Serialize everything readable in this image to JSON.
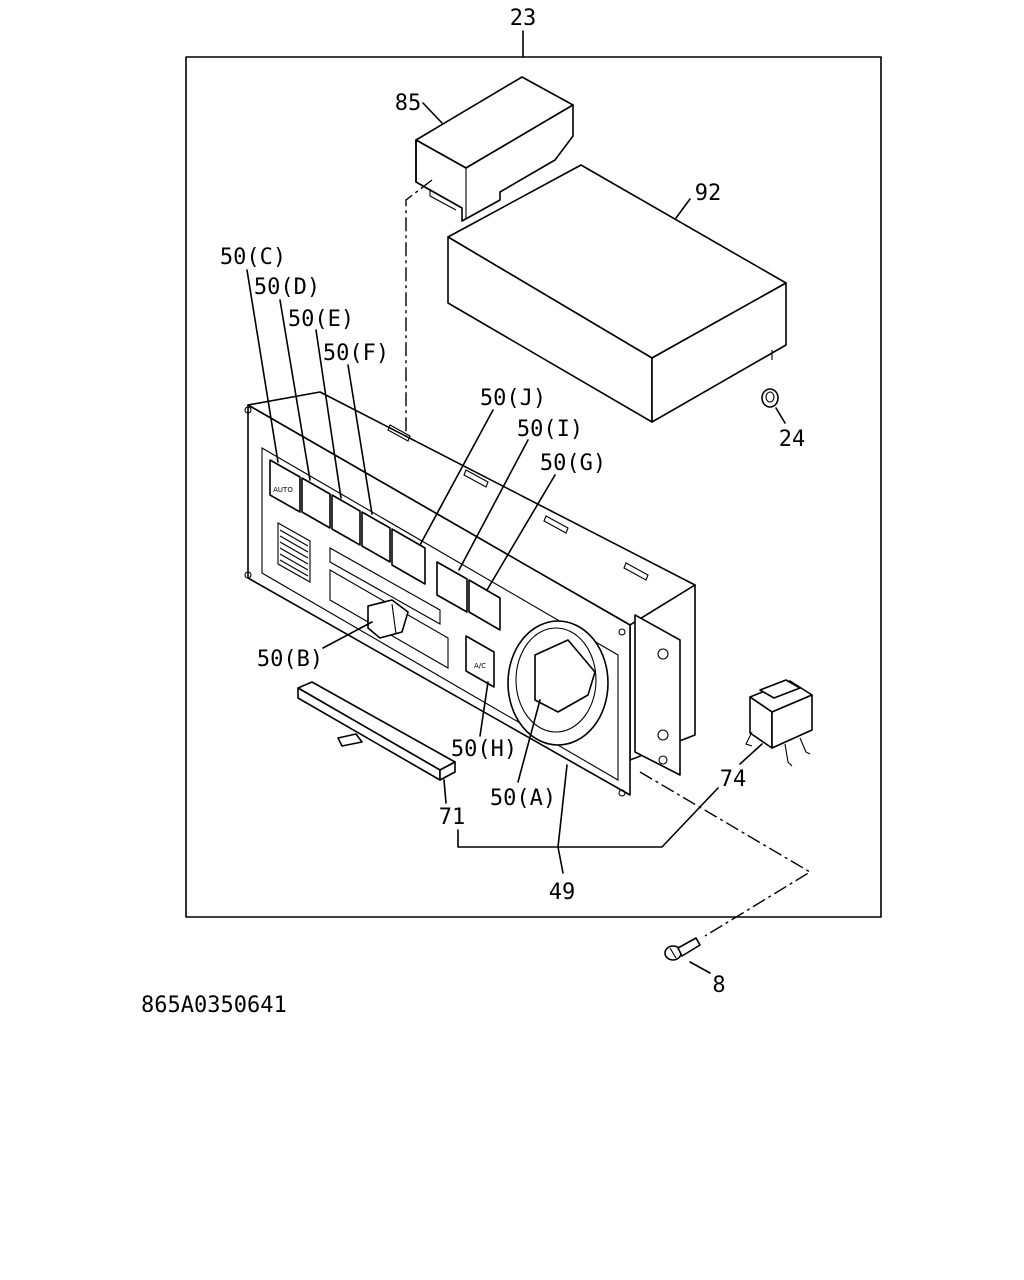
{
  "diagram": {
    "callouts": {
      "assembly": "23",
      "cover": "85",
      "control_unit": "92",
      "clip": "24",
      "button_c": "50(C)",
      "button_d": "50(D)",
      "button_e": "50(E)",
      "button_f": "50(F)",
      "button_j": "50(J)",
      "button_i": "50(I)",
      "button_g": "50(G)",
      "knob_b": "50(B)",
      "button_h": "50(H)",
      "knob_a": "50(A)",
      "slider_lever": "71",
      "relay": "74",
      "panel": "49",
      "screw": "8"
    },
    "button_text": {
      "auto": "AUTO",
      "ac": "A/C"
    },
    "drawing_number": "865A0350641"
  }
}
